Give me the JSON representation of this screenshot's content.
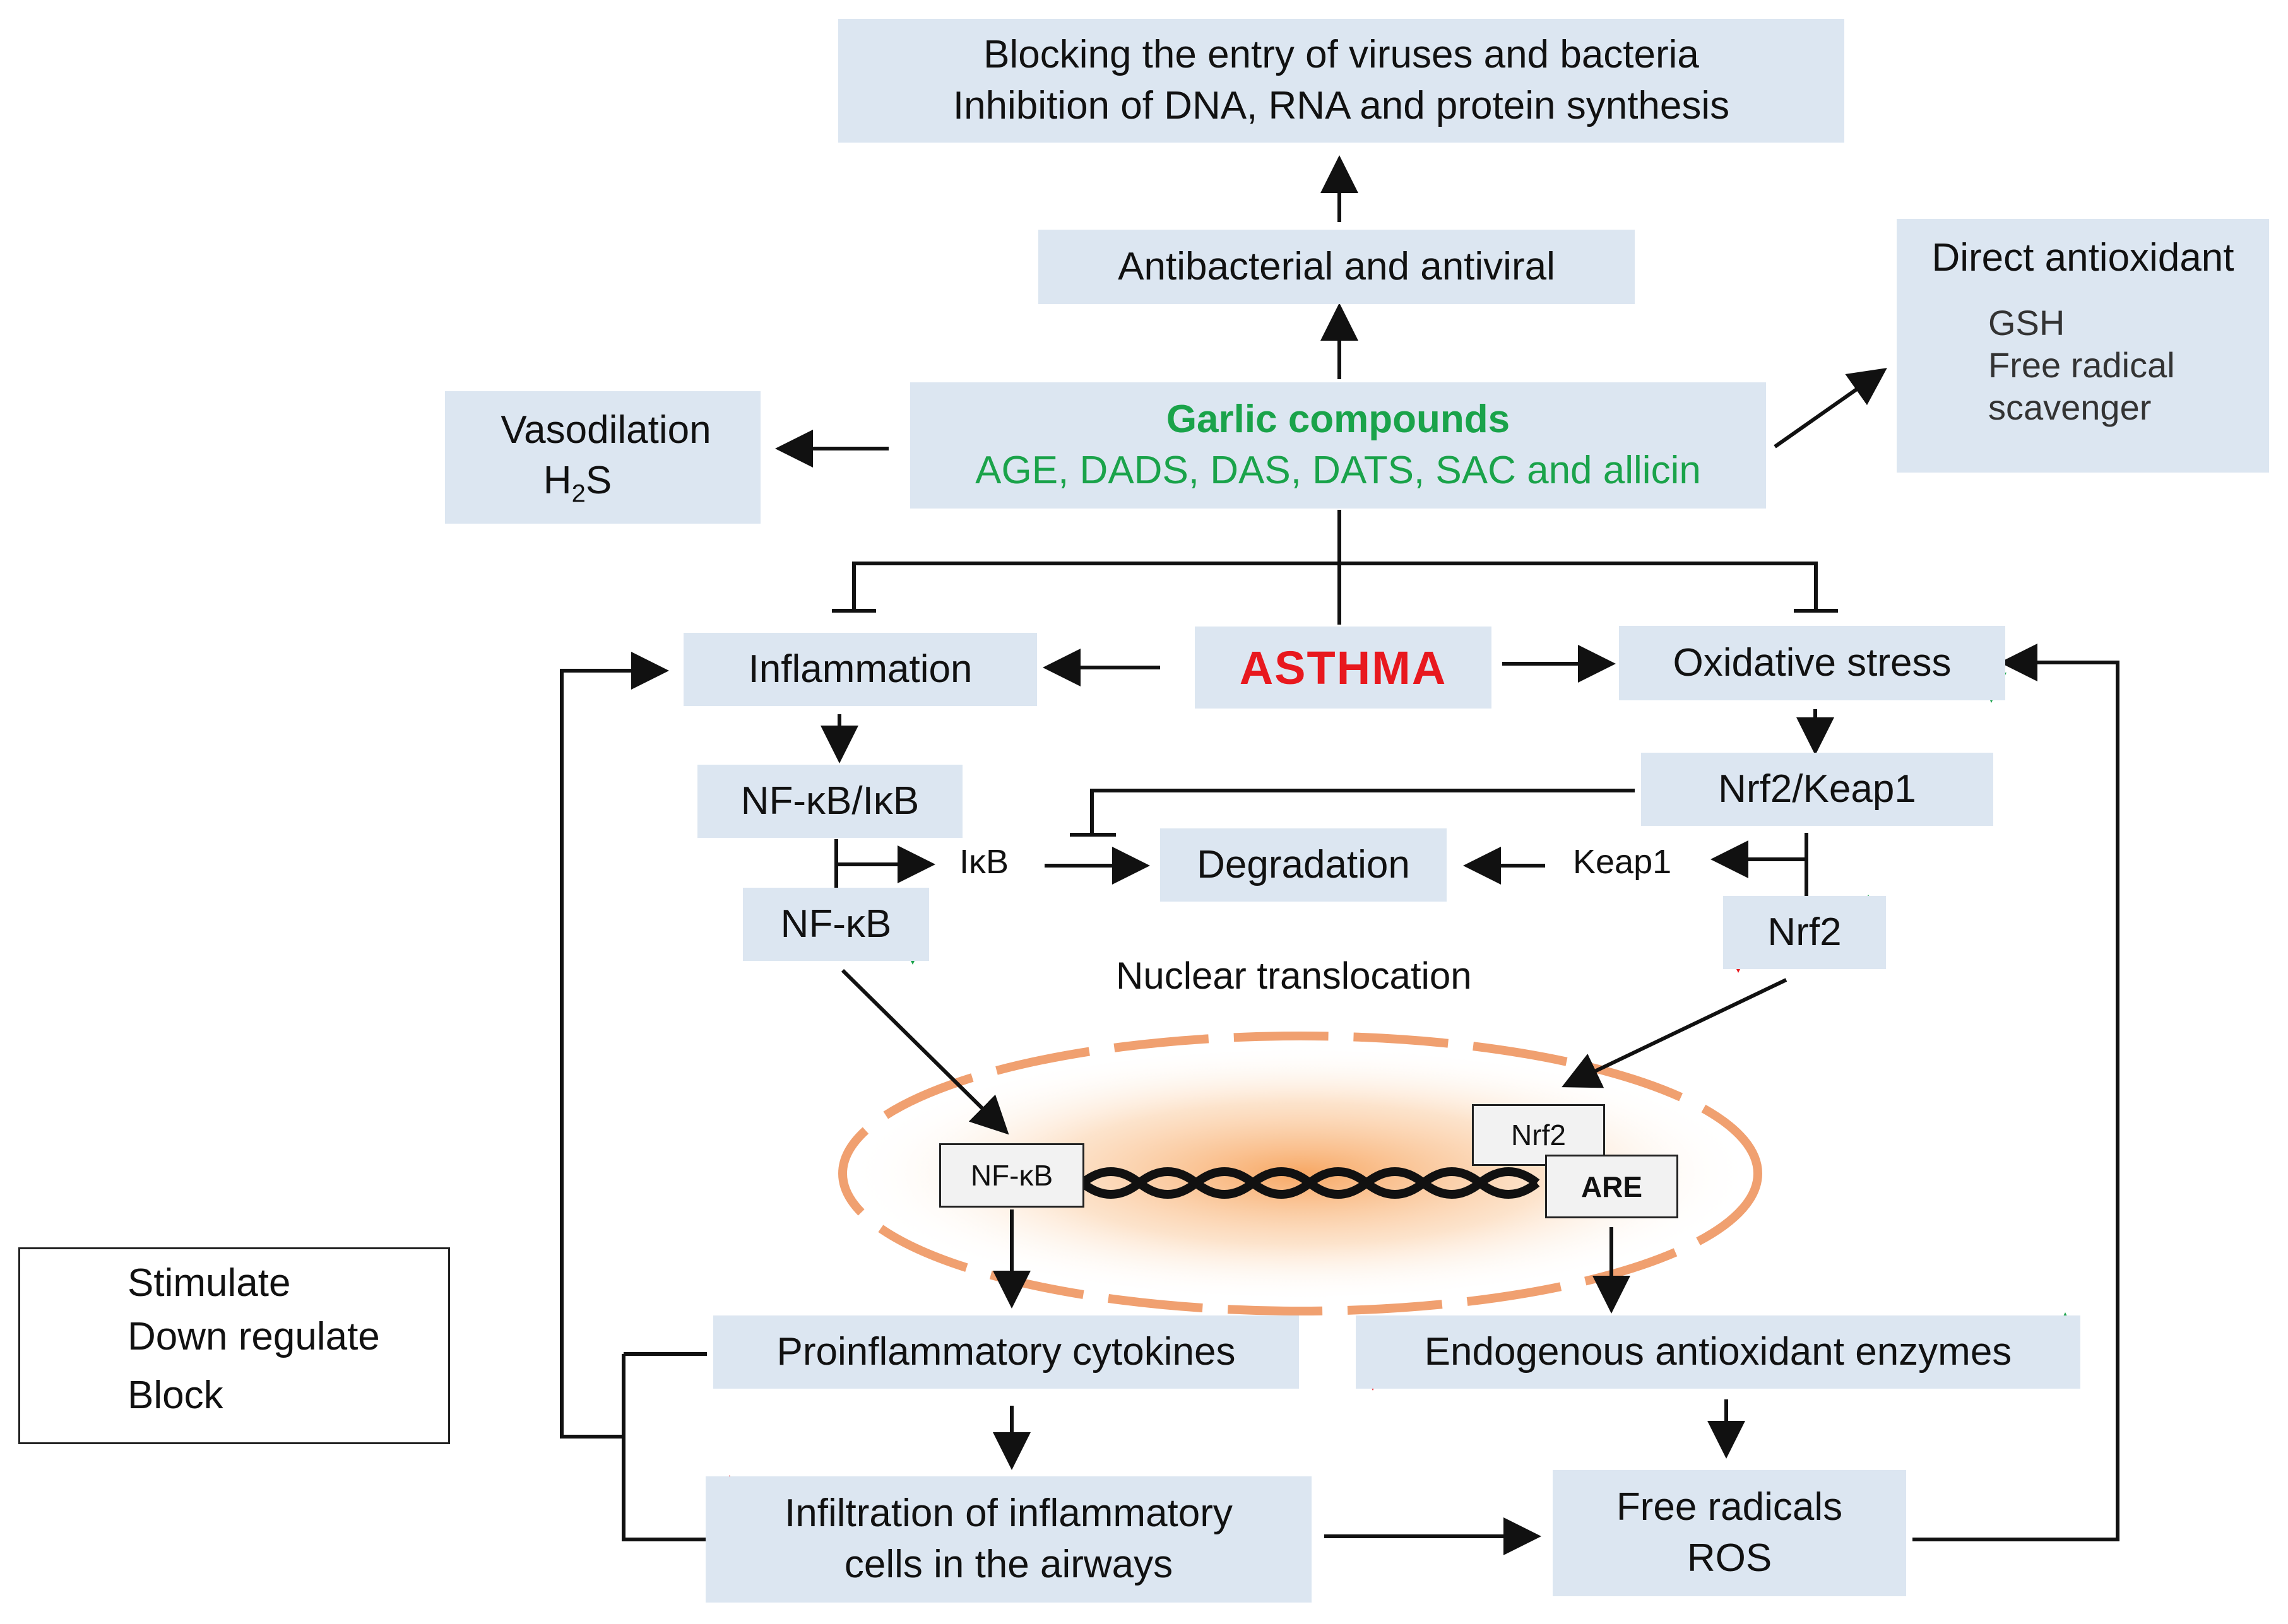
{
  "top_effect": {
    "line1": "Blocking the entry of viruses and bacteria",
    "line2": "Inhibition of DNA, RNA and protein synthesis"
  },
  "antibacterial": "Antibacterial and antiviral",
  "garlic": {
    "title": "Garlic compounds",
    "compounds": "AGE, DADS, DAS, DATS, SAC and allicin"
  },
  "vasodilation": {
    "line1": "Vasodilation",
    "h2s_main": "H",
    "h2s_sub": "2",
    "h2s_end": "S"
  },
  "direct_antioxidant": {
    "title": "Direct antioxidant",
    "item1": "GSH",
    "item2": "Free radical",
    "item3": "scavenger"
  },
  "asthma": "ASTHMA",
  "inflammation": "Inflammation",
  "oxidative_stress": "Oxidative stress",
  "nfkb_ikb": "NF-κB/IκB",
  "nrf2_keap1": "Nrf2/Keap1",
  "ikb": "IκB",
  "degradation": "Degradation",
  "keap1": "Keap1",
  "nfkb": "NF-κB",
  "nrf2": "Nrf2",
  "nuclear_translocation": "Nuclear translocation",
  "nucleus": {
    "nfkb": "NF-κB",
    "nrf2": "Nrf2",
    "are": "ARE"
  },
  "cytokines": "Proinflammatory cytokines",
  "endogenous": "Endogenous antioxidant enzymes",
  "infiltration": {
    "line1": "Infiltration of inflammatory",
    "line2": "cells in the airways"
  },
  "free_radicals": {
    "line1": "Free radicals",
    "line2": "ROS"
  },
  "legend": {
    "stimulate": "Stimulate",
    "down": "Down regulate",
    "block": "Block"
  },
  "colors": {
    "box": "#dce6f1",
    "up_red": "#e8181e",
    "down_green": "#1aa34a",
    "membrane": "#f0a070"
  }
}
